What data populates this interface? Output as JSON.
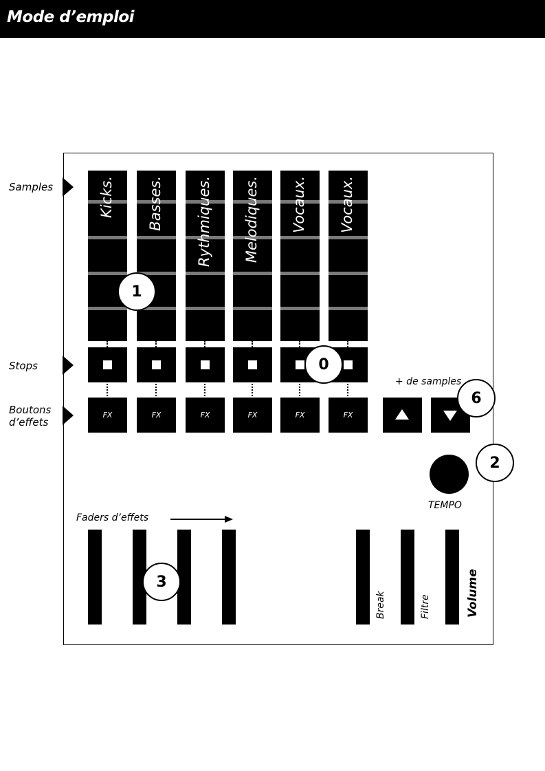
{
  "header": {
    "title": "Mode d’emploi"
  },
  "side_labels": {
    "samples": "Samples",
    "stops": "Stops",
    "effects_line1": "Boutons",
    "effects_line2": "d’effets"
  },
  "columns": [
    {
      "label": "Kicks."
    },
    {
      "label": "Basses."
    },
    {
      "label": "Rythmiques."
    },
    {
      "label": "Melodiques."
    },
    {
      "label": "Vocaux."
    },
    {
      "label": "Vocaux."
    }
  ],
  "fx_label": "FX",
  "more_samples": "+ de samples",
  "tempo": "TEMPO",
  "faders_label": "Faders d’effets",
  "right_faders": {
    "break": "Break",
    "filtre": "Filtre",
    "volume": "Volume"
  },
  "callouts": {
    "c1": "1",
    "c0": "0",
    "c6": "6",
    "c2": "2",
    "c3": "3"
  }
}
